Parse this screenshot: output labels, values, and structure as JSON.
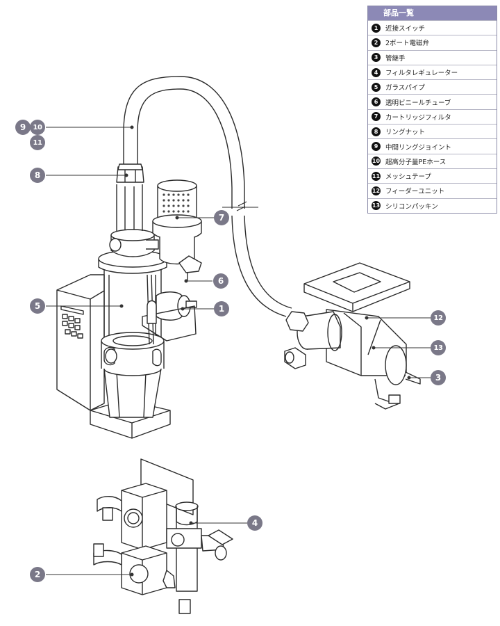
{
  "parts_list": {
    "title": "部品一覧",
    "items": [
      {
        "num": "1",
        "label": "近接スイッチ"
      },
      {
        "num": "2",
        "label": "2ポート電磁弁"
      },
      {
        "num": "3",
        "label": "管継手"
      },
      {
        "num": "4",
        "label": "フィルタレギュレーター"
      },
      {
        "num": "5",
        "label": "ガラスパイプ"
      },
      {
        "num": "6",
        "label": "透明ビニールチューブ"
      },
      {
        "num": "7",
        "label": "カートリッジフィルタ"
      },
      {
        "num": "8",
        "label": "リングナット"
      },
      {
        "num": "9",
        "label": "中間リングジョイント"
      },
      {
        "num": "10",
        "label": "超高分子量PEホース"
      },
      {
        "num": "11",
        "label": "メッシュテープ"
      },
      {
        "num": "12",
        "label": "フィーダーユニット"
      },
      {
        "num": "13",
        "label": "シリコンパッキン"
      }
    ]
  },
  "callouts": {
    "c9": "9",
    "c10": "10",
    "c11": "11",
    "c8": "8",
    "c7": "7",
    "c6": "6",
    "c5": "5",
    "c1": "1",
    "c12": "12",
    "c13": "13",
    "c3": "3",
    "c4": "4",
    "c2": "2"
  },
  "colors": {
    "callout": "#7a7888",
    "header": "#8c89b6",
    "line": "#333333"
  }
}
